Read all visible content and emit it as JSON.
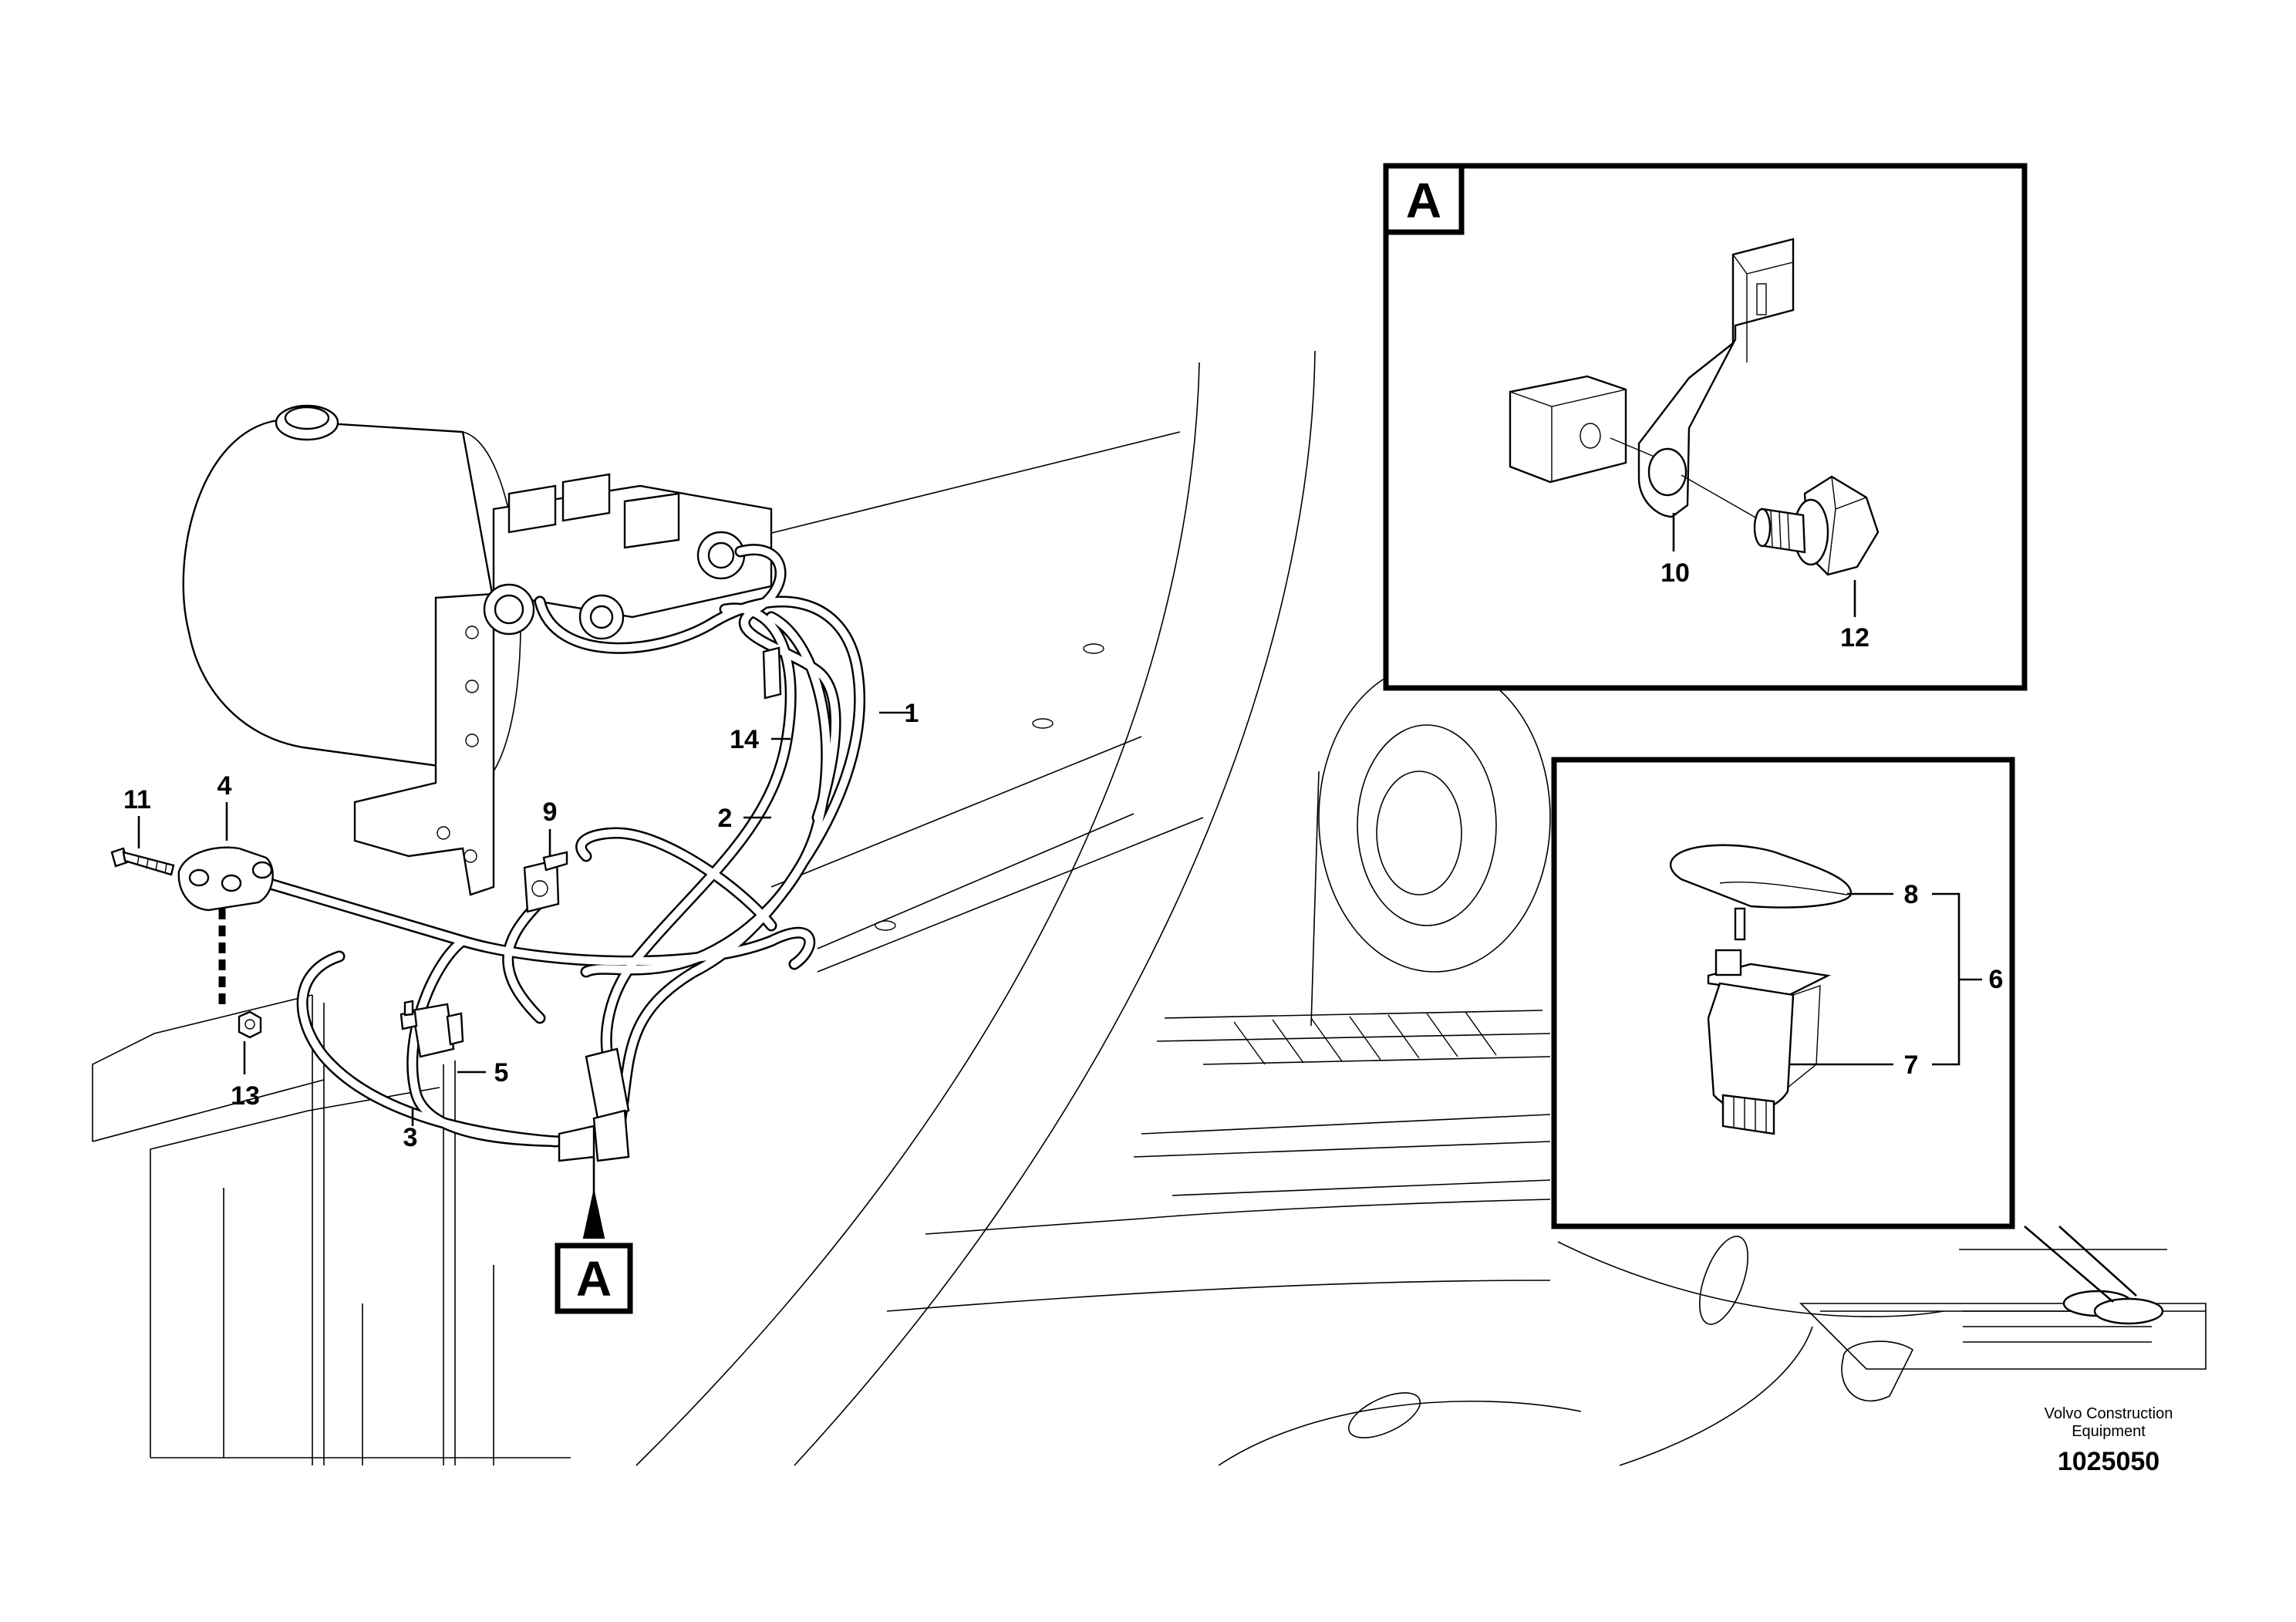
{
  "callouts": {
    "c1": "1",
    "c2": "2",
    "c3": "3",
    "c4": "4",
    "c5": "5",
    "c6": "6",
    "c7": "7",
    "c8": "8",
    "c9": "9",
    "c10": "10",
    "c11": "11",
    "c12": "12",
    "c13": "13",
    "c14": "14"
  },
  "view_labels": {
    "detail_box": "A",
    "main_marker": "A"
  },
  "footer": {
    "manufacturer_line1": "Volvo Construction",
    "manufacturer_line2": "Equipment",
    "illustration_number": "1025050"
  }
}
